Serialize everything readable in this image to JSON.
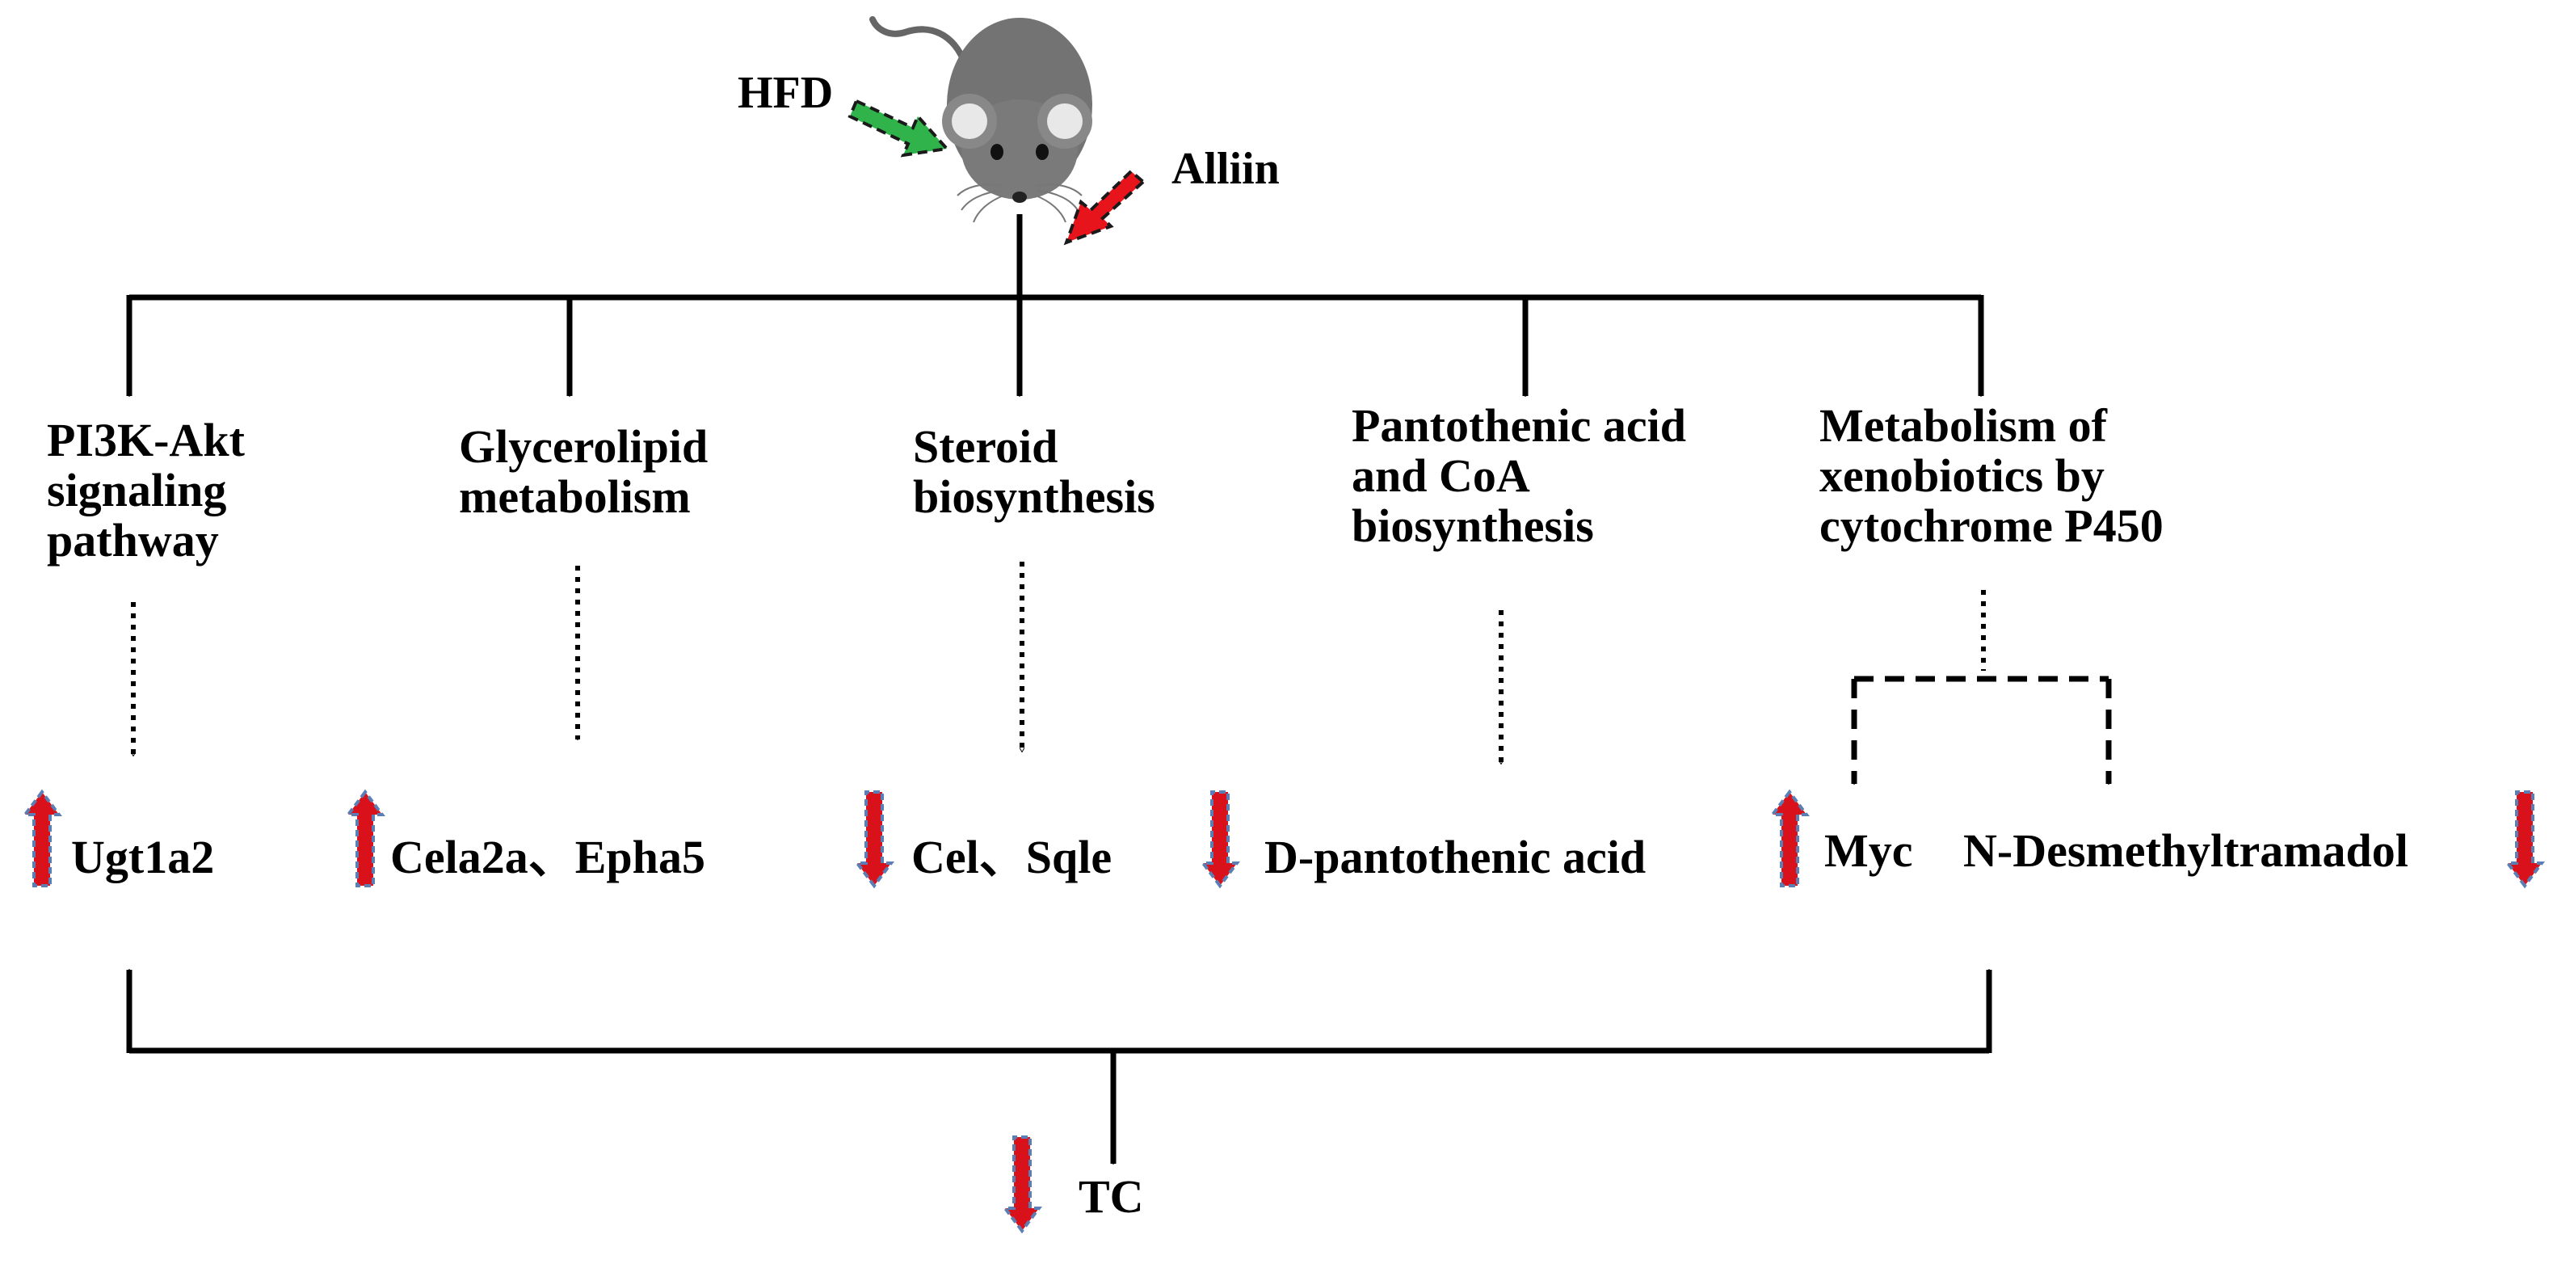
{
  "inputs": {
    "hfd": "HFD",
    "alliin": "Alliin"
  },
  "pathways": [
    {
      "line1": "PI3K-Akt",
      "line2": "signaling",
      "line3": "pathway"
    },
    {
      "line1": "Glycerolipid",
      "line2": "metabolism"
    },
    {
      "line1": "Steroid",
      "line2": "biosynthesis"
    },
    {
      "line1": "Pantothenic acid",
      "line2": "and CoA",
      "line3": "biosynthesis"
    },
    {
      "line1": "Metabolism of",
      "line2": "xenobiotics by",
      "line3": "cytochrome P450"
    }
  ],
  "results": {
    "ugt1a2": "Ugt1a2",
    "cela2a_epha5": "Cela2a、Epha5",
    "cel_sqle": "Cel、Sqle",
    "d_pantothenic": "D-pantothenic acid",
    "myc": "Myc",
    "n_desmethyltramadol": "N-Desmethyltramadol",
    "tc": "TC"
  },
  "colors": {
    "line": "#000000",
    "up_down_arrow_fill": "#d9111b",
    "up_down_arrow_border": "#5b7fb5",
    "hfd_arrow": "#2fb34a",
    "alliin_arrow": "#e8141c",
    "mouse_body": "#737373"
  }
}
